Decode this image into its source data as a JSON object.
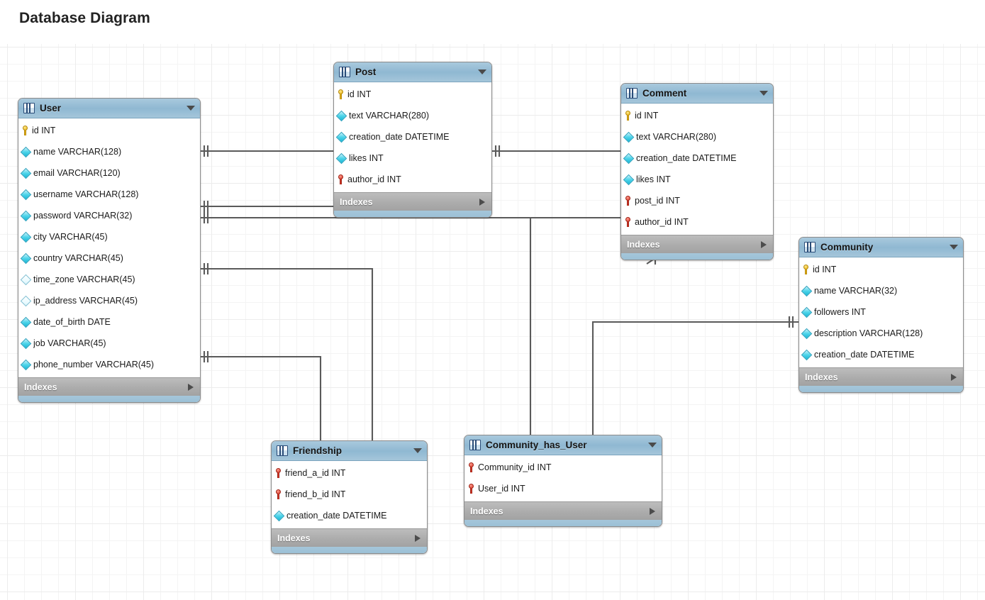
{
  "page": {
    "title": "Database Diagram",
    "canvas_background": "#ffffff",
    "grid_color": "#ececec"
  },
  "theme": {
    "header_blue": "#8fb8d2",
    "footer_gray": "#acacac",
    "pk_marker_color": "#e8b417",
    "fk_marker_color": "#d8392a",
    "column_marker_color": "#19b6d4",
    "connector_color": "#5a5a5a",
    "table_border": "#8c8c8c"
  },
  "icons": {
    "table": "table-icon",
    "collapse": "chevron-down-icon",
    "expand_indexes": "triangle-right-icon",
    "primary_key": "key-icon",
    "foreign_key": "key-icon-red",
    "column": "diamond-icon"
  },
  "indexes_label": "Indexes",
  "tables": [
    {
      "id": "user",
      "name": "User",
      "columns": [
        {
          "marker": "pk",
          "text": "id INT"
        },
        {
          "marker": "col",
          "text": "name VARCHAR(128)"
        },
        {
          "marker": "col",
          "text": "email VARCHAR(120)"
        },
        {
          "marker": "col",
          "text": "username VARCHAR(128)"
        },
        {
          "marker": "col",
          "text": "password VARCHAR(32)"
        },
        {
          "marker": "col",
          "text": "city VARCHAR(45)"
        },
        {
          "marker": "col",
          "text": "country VARCHAR(45)"
        },
        {
          "marker": "nullable",
          "text": "time_zone VARCHAR(45)"
        },
        {
          "marker": "nullable",
          "text": "ip_address VARCHAR(45)"
        },
        {
          "marker": "col",
          "text": "date_of_birth DATE"
        },
        {
          "marker": "col",
          "text": "job VARCHAR(45)"
        },
        {
          "marker": "col",
          "text": "phone_number VARCHAR(45)"
        }
      ]
    },
    {
      "id": "post",
      "name": "Post",
      "columns": [
        {
          "marker": "pk",
          "text": "id INT"
        },
        {
          "marker": "col",
          "text": "text VARCHAR(280)"
        },
        {
          "marker": "col",
          "text": "creation_date DATETIME"
        },
        {
          "marker": "col",
          "text": "likes INT"
        },
        {
          "marker": "fk",
          "text": "author_id INT"
        }
      ]
    },
    {
      "id": "comment",
      "name": "Comment",
      "columns": [
        {
          "marker": "pk",
          "text": "id INT"
        },
        {
          "marker": "col",
          "text": "text VARCHAR(280)"
        },
        {
          "marker": "col",
          "text": "creation_date DATETIME"
        },
        {
          "marker": "col",
          "text": "likes INT"
        },
        {
          "marker": "fk",
          "text": "post_id INT"
        },
        {
          "marker": "fk",
          "text": "author_id INT"
        }
      ]
    },
    {
      "id": "community",
      "name": "Community",
      "columns": [
        {
          "marker": "pk",
          "text": "id INT"
        },
        {
          "marker": "col",
          "text": "name VARCHAR(32)"
        },
        {
          "marker": "col",
          "text": "followers INT"
        },
        {
          "marker": "col",
          "text": "description VARCHAR(128)"
        },
        {
          "marker": "col",
          "text": "creation_date DATETIME"
        }
      ]
    },
    {
      "id": "friendship",
      "name": "Friendship",
      "columns": [
        {
          "marker": "fk",
          "text": "friend_a_id INT"
        },
        {
          "marker": "fk",
          "text": "friend_b_id INT"
        },
        {
          "marker": "col",
          "text": "creation_date DATETIME"
        }
      ]
    },
    {
      "id": "community_has_user",
      "name": "Community_has_User",
      "columns": [
        {
          "marker": "fk",
          "text": "Community_id INT"
        },
        {
          "marker": "fk",
          "text": "User_id INT"
        }
      ]
    }
  ],
  "relationships": [
    {
      "from": "User",
      "to": "Post",
      "cardinality": "one-to-many"
    },
    {
      "from": "User",
      "to": "Comment",
      "cardinality": "one-to-many"
    },
    {
      "from": "Post",
      "to": "Comment",
      "cardinality": "one-to-many"
    },
    {
      "from": "User",
      "to": "Friendship",
      "cardinality": "one-to-many"
    },
    {
      "from": "User",
      "to": "Friendship",
      "cardinality": "one-to-many"
    },
    {
      "from": "User",
      "to": "Community_has_User",
      "cardinality": "one-to-many"
    },
    {
      "from": "Community",
      "to": "Community_has_User",
      "cardinality": "one-to-many"
    }
  ]
}
